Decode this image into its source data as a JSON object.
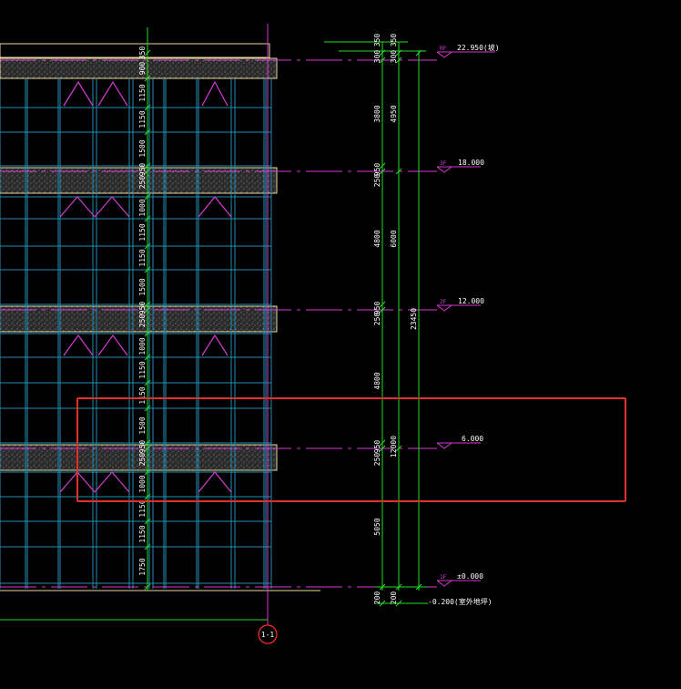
{
  "drawing": {
    "colors": {
      "background": "#000000",
      "mullion": "#1f8fb4",
      "slab_line": "#e8d79a",
      "slab_fill": "#3a3a3a",
      "level_line": "#d63ad6",
      "dimension": "#22dd22",
      "dim_text": "#ffffff",
      "selection": "#e03030",
      "grid_bubble": "#ff3030"
    },
    "levels": [
      {
        "tag": "RF",
        "value": "22.950(坡)"
      },
      {
        "tag": "3F",
        "value": "18.000"
      },
      {
        "tag": "2F",
        "value": "12.000"
      },
      {
        "tag": "",
        "value": "6.000"
      },
      {
        "tag": "1F",
        "value": "±0.000"
      }
    ],
    "ground_label": "-0.200(室外地坪)",
    "grid_bubble": "1-1",
    "inner_dims": [
      "350",
      "900",
      "1150",
      "1150",
      "1500",
      "950",
      "250",
      "1000",
      "1150",
      "1150",
      "1500",
      "950",
      "250",
      "1000",
      "1150",
      "1150",
      "1500",
      "950",
      "250",
      "1000",
      "1150",
      "1150",
      "1750"
    ],
    "mid_dims": [
      "350",
      "300",
      "3800",
      "950",
      "250",
      "4800",
      "950",
      "250",
      "4800",
      "950",
      "250",
      "5050",
      "200"
    ],
    "right_dims": [
      "350",
      "300",
      "4950",
      "6000",
      "12000",
      "200"
    ],
    "total_dim": "23450"
  }
}
